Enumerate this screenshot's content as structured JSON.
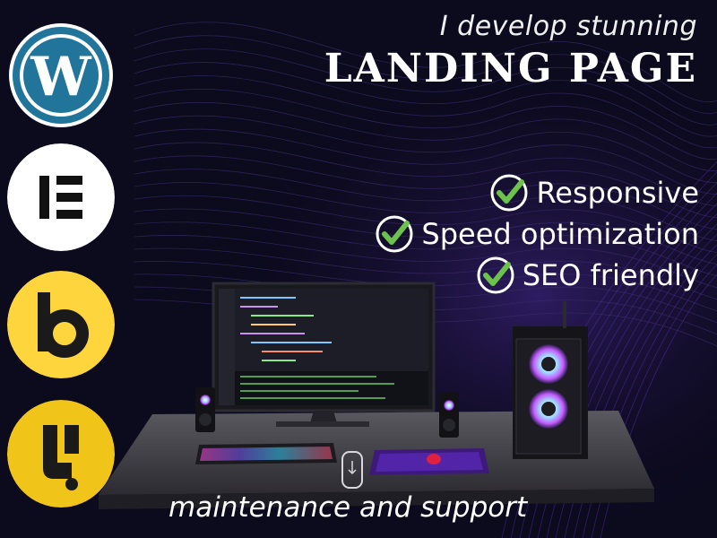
{
  "headline": {
    "subtitle": "I develop stunning",
    "title": "LANDING PAGE"
  },
  "features": [
    {
      "label": "Responsive",
      "icon": "green-check-icon"
    },
    {
      "label": "Speed optimization",
      "icon": "green-check-icon"
    },
    {
      "label": "SEO friendly",
      "icon": "green-check-icon"
    }
  ],
  "footer": {
    "text": "maintenance and support"
  },
  "logos": [
    {
      "icon": "wordpress-logo-icon",
      "color": "#21759b"
    },
    {
      "icon": "elementor-logo-icon",
      "color": "#ffffff"
    },
    {
      "icon": "bricks-logo-icon",
      "color": "#ffd53e"
    },
    {
      "icon": "hostinger-logo-icon",
      "color": "#f0c419"
    }
  ],
  "colors": {
    "background": "#0c0a1d",
    "accent_purple": "#6a35c9",
    "check_green": "#6cc24a"
  }
}
